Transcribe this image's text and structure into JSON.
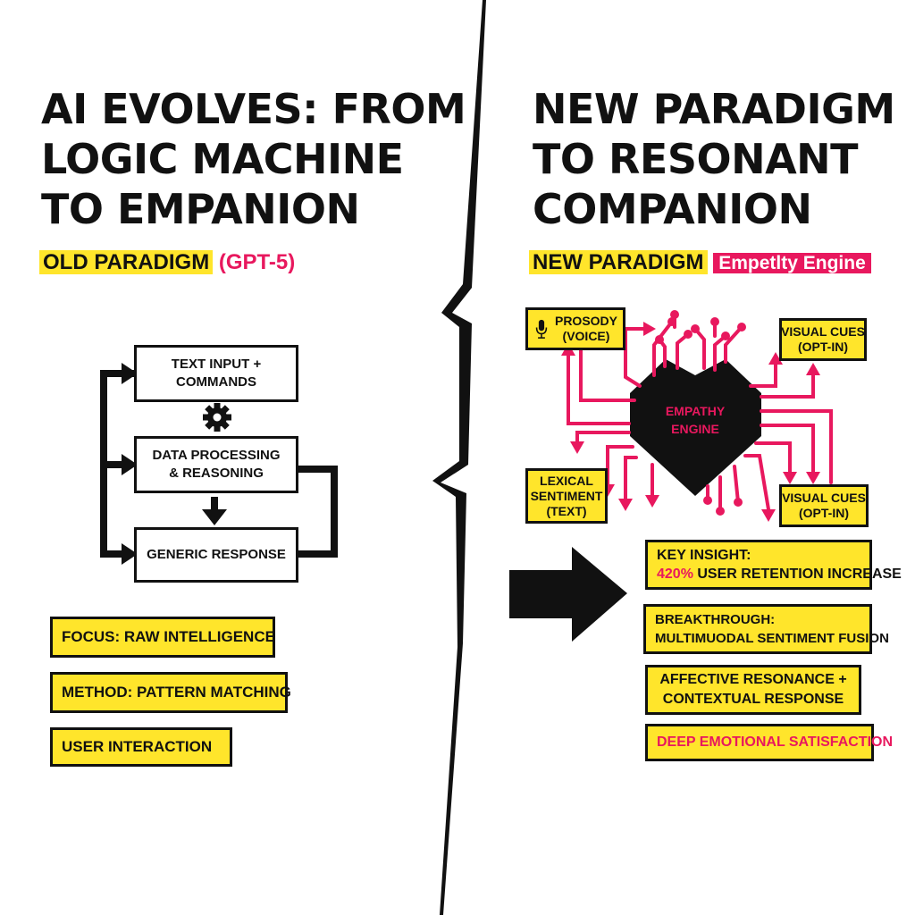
{
  "left": {
    "title_lines": [
      "AI EVOLVES: FROM",
      "LOGIC MACHINE",
      "TO EMPANION"
    ],
    "paradigm_label": "OLD PARADIGM",
    "paradigm_sub": "(GPT-5)",
    "flow": {
      "box1": "TEXT INPUT + COMMANDS",
      "box2_l1": "DATA PROCESSING",
      "box2_l2": "& REASONING",
      "box3": "GENERIC RESPONSE"
    },
    "facts": [
      "FOCUS: RAW INTELLIGENCE",
      "METHOD: PATTERN MATCHING",
      "USER INTERACTION"
    ]
  },
  "right": {
    "title_lines": [
      "NEW PARADIGM",
      "TO RESONANT",
      "COMPANION"
    ],
    "paradigm_label": "NEW PARADIGM",
    "paradigm_sub": "Empetlty Engine",
    "engine_l1": "EMPATHY",
    "engine_l2": "ENGINE",
    "inputs": {
      "prosody_l1": "PROSODY",
      "prosody_l2": "(VOICE)",
      "visual_top_l1": "VISUAL CUES",
      "visual_top_l2": "(OPT-IN)",
      "lexical_l1": "LEXICAL",
      "lexical_l2": "SENTIMENT",
      "lexical_l3": "(TEXT)",
      "visual_bot_l1": "VISUAL CUES",
      "visual_bot_l2": "(OPT-IN)"
    },
    "insight_title": "KEY INSIGHT:",
    "insight_value": "420%",
    "insight_rest": "USER RETENTION INCREASE",
    "breakthrough_l1": "BREAKTHROUGH:",
    "breakthrough_l2": "MULTIMUODAL SENTIMENT FUSION",
    "affective_l1": "AFFECTIVE RESONANCE +",
    "affective_l2": "CONTEXTUAL RESPONSE",
    "satisfaction": "DEEP EMOTIONAL SATISFACTION"
  },
  "colors": {
    "accent_yellow": "#ffe52b",
    "accent_pink": "#e8185e",
    "ink": "#111111"
  },
  "icons": [
    "gear-icon",
    "microphone-icon",
    "heart-chip-icon",
    "right-arrow-icon",
    "split-divider"
  ]
}
